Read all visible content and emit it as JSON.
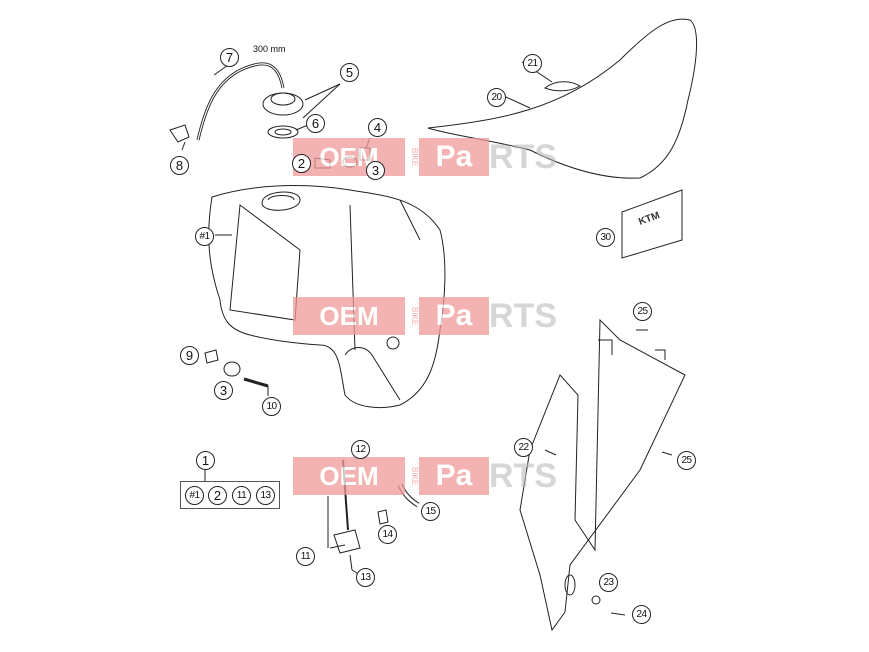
{
  "dimension_label": "300 mm",
  "callouts": {
    "c1": "1",
    "c2": "2",
    "c3": "3",
    "c4": "4",
    "c5": "5",
    "c6": "6",
    "c7": "7",
    "c8": "8",
    "c9": "9",
    "c3b": "3",
    "c10": "10",
    "c12": "12",
    "c11": "11",
    "c13": "13",
    "c14": "14",
    "c15": "15",
    "c20": "20",
    "c21": "21",
    "c22": "22",
    "c23": "23",
    "c24": "24",
    "c25a": "25",
    "c25b": "25",
    "c30": "30",
    "tank": "#1"
  },
  "kit": {
    "items": [
      "#1",
      "2",
      "11",
      "13"
    ]
  },
  "watermark": {
    "part1": "OEM",
    "part2": "BIKE",
    "part3": "Pa",
    "part4": "RTS"
  },
  "seal_text": "KTM",
  "colors": {
    "line": "#222222",
    "watermark_red": "#ef9a9a"
  }
}
